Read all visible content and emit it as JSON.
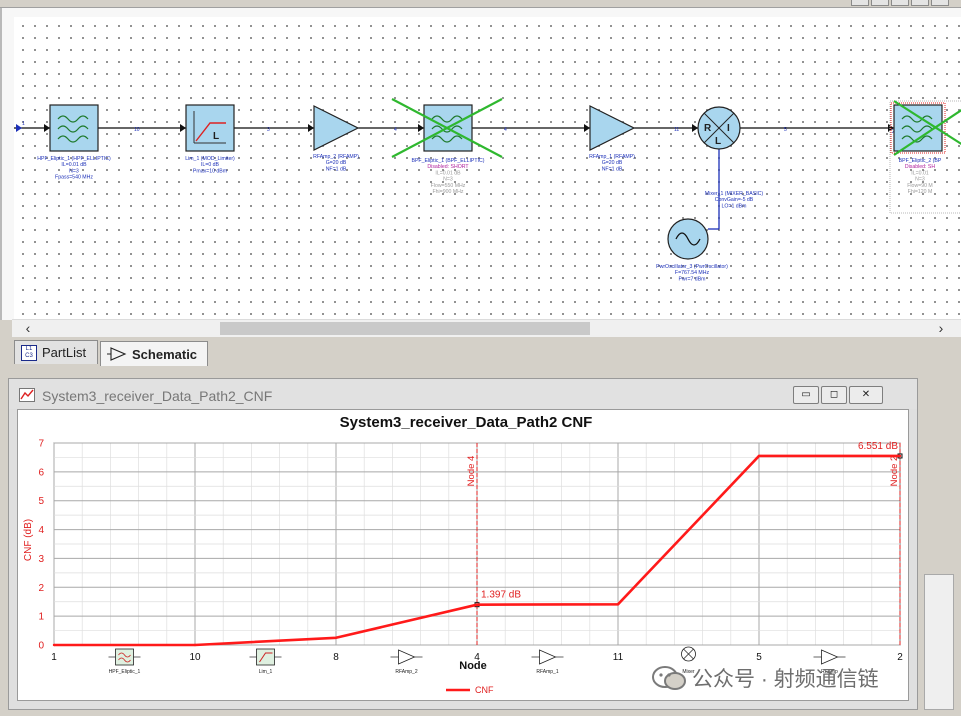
{
  "schematic": {
    "components": [
      {
        "id": "hpf",
        "lines": [
          {
            "t": "HPF_Eliptic_1 (HPF_ELLIPTIC)",
            "c": "blue"
          },
          {
            "t": "IL=0.01 dB",
            "c": "blue"
          },
          {
            "t": "N=3",
            "c": "blue"
          },
          {
            "t": "Fpass=540 MHz",
            "c": "blue"
          }
        ]
      },
      {
        "id": "lim",
        "lines": [
          {
            "t": "Lim_1 (MOD_Limiter)",
            "c": "blue"
          },
          {
            "t": "IL=0 dB",
            "c": "blue"
          },
          {
            "t": "Pmax=10 dBm",
            "c": "blue"
          }
        ]
      },
      {
        "id": "rfamp2",
        "lines": [
          {
            "t": "RFAmp_2 (RFAMP)",
            "c": "blue"
          },
          {
            "t": "G=20 dB",
            "c": "blue"
          },
          {
            "t": "NF=1 dB",
            "c": "blue"
          }
        ]
      },
      {
        "id": "bpf1",
        "lines": [
          {
            "t": "BPF_Eliptic_1 (BPF_ELLIPTIC)",
            "c": "blue"
          },
          {
            "t": "Disabled: SHORT",
            "c": "mag"
          },
          {
            "t": "IL=0.01 dB",
            "c": "gray"
          },
          {
            "t": "N=3",
            "c": "gray"
          },
          {
            "t": "Flow=550 MHz",
            "c": "gray"
          },
          {
            "t": "Fhi=900 MHz",
            "c": "gray"
          }
        ]
      },
      {
        "id": "rfamp1",
        "lines": [
          {
            "t": "RFAmp_1 (RFAMP)",
            "c": "blue"
          },
          {
            "t": "G=20 dB",
            "c": "blue"
          },
          {
            "t": "NF=1 dB",
            "c": "blue"
          }
        ]
      },
      {
        "id": "mixer",
        "lines": [
          {
            "t": "Mixer_1 (MIXER_BASIC)",
            "c": "blue"
          },
          {
            "t": "ConvGain=-5 dB",
            "c": "blue"
          },
          {
            "t": "LO=1 dBm",
            "c": "blue"
          }
        ]
      },
      {
        "id": "osc",
        "lines": [
          {
            "t": "PwrOscillator_3 (PwrOscillator)",
            "c": "blue"
          },
          {
            "t": "F=767.54 MHz",
            "c": "blue"
          },
          {
            "t": "Pwr=7 dBm",
            "c": "blue"
          }
        ]
      },
      {
        "id": "bpf2",
        "lines": [
          {
            "t": "BPF_Eliptic_2 (BP",
            "c": "blue"
          },
          {
            "t": "Disabled: SH",
            "c": "mag"
          },
          {
            "t": "IL=0.01",
            "c": "gray"
          },
          {
            "t": "N=3",
            "c": "gray"
          },
          {
            "t": "Flow=90 M",
            "c": "gray"
          },
          {
            "t": "Fhi=120 M",
            "c": "gray"
          }
        ]
      }
    ],
    "mixer_ports": {
      "r": "R",
      "i": "I",
      "l": "L"
    },
    "lim_symbol": "L",
    "node_numbers": [
      "1",
      "10",
      "3",
      "4",
      "11",
      "5",
      "2"
    ]
  },
  "scrollbar": {
    "left_arrow": "‹",
    "right_arrow": "›"
  },
  "tabs": [
    {
      "label": "PartList",
      "icon": "partlist-icon",
      "icon_text": "L1 C3"
    },
    {
      "label": "Schematic",
      "icon": "schematic-icon"
    }
  ],
  "graph_window": {
    "title": "System3_receiver_Data_Path2_CNF",
    "buttons": {
      "minimize": "▭",
      "restore": "◻",
      "close": "✕"
    }
  },
  "chart_data": {
    "type": "line",
    "title": "System3_receiver_Data_Path2 CNF",
    "xlabel": "Node",
    "ylabel": "CNF (dB)",
    "categories": [
      "1",
      "10",
      "8",
      "4",
      "11",
      "5",
      "2"
    ],
    "series": [
      {
        "name": "CNF",
        "color": "#ff1a1a",
        "values": [
          0,
          0,
          0.25,
          1.397,
          1.41,
          6.551,
          6.551
        ]
      }
    ],
    "ylim": [
      0,
      7
    ],
    "yticks": [
      0,
      1,
      2,
      3,
      4,
      5,
      6,
      7
    ],
    "grid": true,
    "legend": "bottom-center",
    "markers": [
      {
        "label": "Node 4",
        "category_index": 3,
        "readout": "1.397 dB",
        "value": 1.397
      },
      {
        "label": "Node 2",
        "category_index": 6,
        "readout": "6.551 dB",
        "value": 6.551
      }
    ],
    "component_labels": [
      {
        "text": "HPF_Eliptic_1",
        "icon": "filter-icon"
      },
      {
        "text": "Lim_1",
        "icon": "limiter-icon"
      },
      {
        "text": "RFAmp_2",
        "icon": "amplifier-icon"
      },
      {
        "text": "RFAmp_1",
        "icon": "amplifier-icon"
      },
      {
        "text": "Mixer",
        "icon": "mixer-icon"
      },
      {
        "text": "RFAmp",
        "icon": "amplifier-icon"
      }
    ]
  },
  "watermark": {
    "text": "公众号 · 射频通信链"
  },
  "colors": {
    "accent_red": "#ff1a1a",
    "schematic_blue": "#1b2fb8",
    "disabled_magenta": "#b0209c",
    "component_fill": "#a9d6ee"
  }
}
